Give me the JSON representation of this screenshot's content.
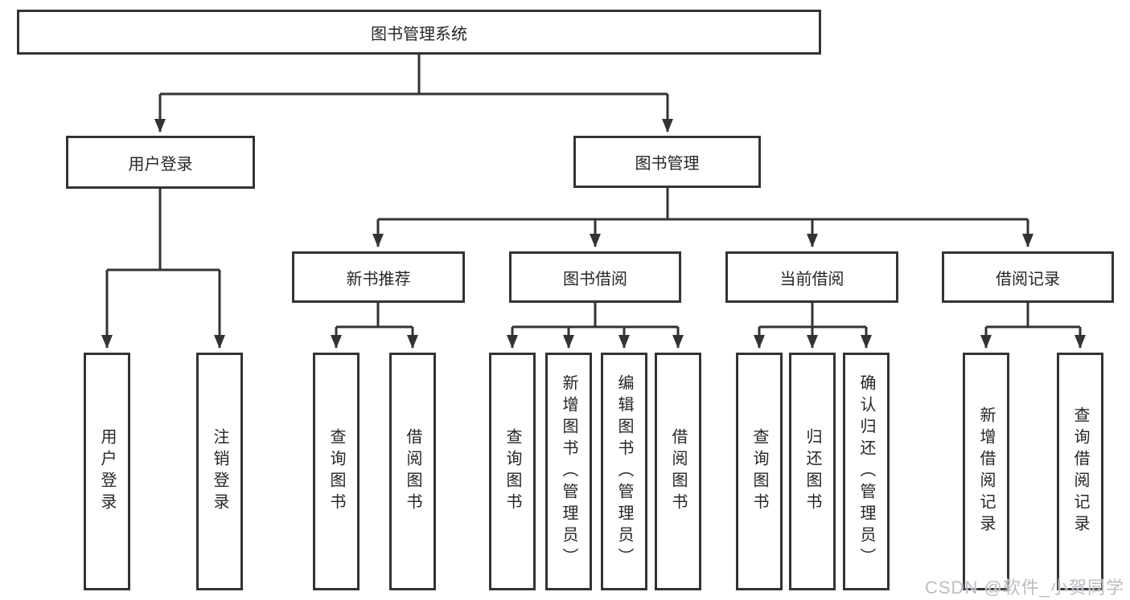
{
  "diagram": {
    "root": {
      "label": "图书管理系统",
      "children": [
        {
          "label": "用户登录",
          "children": [
            {
              "label": "用户登录"
            },
            {
              "label": "注销登录"
            }
          ]
        },
        {
          "label": "图书管理",
          "children": [
            {
              "label": "新书推荐",
              "children": [
                {
                  "label": "查询图书"
                },
                {
                  "label": "借阅图书"
                }
              ]
            },
            {
              "label": "图书借阅",
              "children": [
                {
                  "label": "查询图书"
                },
                {
                  "label": "新增图书（管理员）"
                },
                {
                  "label": "编辑图书（管理员）"
                },
                {
                  "label": "借阅图书"
                }
              ]
            },
            {
              "label": "当前借阅",
              "children": [
                {
                  "label": "查询图书"
                },
                {
                  "label": "归还图书"
                },
                {
                  "label": "确认归还（管理员）"
                }
              ]
            },
            {
              "label": "借阅记录",
              "children": [
                {
                  "label": "新增借阅记录"
                },
                {
                  "label": "查询借阅记录"
                }
              ]
            }
          ]
        }
      ]
    }
  },
  "watermark": {
    "text": "CSDN @软件_小贺同学"
  },
  "colors": {
    "line": "#333333",
    "box_border": "#333333",
    "text": "#262626",
    "background": "#ffffff",
    "watermark": "#b9bec3"
  }
}
